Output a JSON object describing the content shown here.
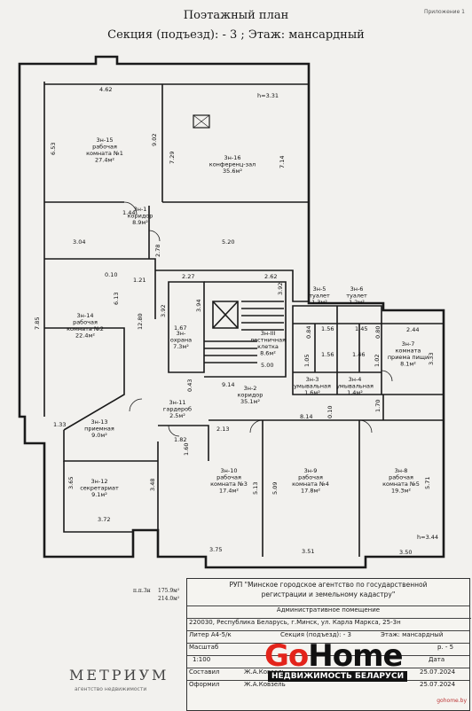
{
  "header": {
    "title": "Поэтажный план",
    "subtitle": "Секция (подъезд): - 3 ;  Этаж: мансардный",
    "appendix": "Приложение 1"
  },
  "rooms": [
    {
      "id": "r15",
      "lines": [
        "3н-15",
        "рабочая",
        "комната №1",
        "27.4м²"
      ]
    },
    {
      "id": "r16",
      "lines": [
        "3н-16",
        "конференц-зал",
        "35.6м²"
      ]
    },
    {
      "id": "r1",
      "lines": [
        "3н-1",
        "коридор",
        "8.9м²"
      ]
    },
    {
      "id": "r14",
      "lines": [
        "3н-14",
        "рабочая",
        "комната №2",
        "22.4м²"
      ]
    },
    {
      "id": "rohr",
      "lines": [
        "3н-",
        "охрана",
        "7.3м²"
      ]
    },
    {
      "id": "rlk",
      "lines": [
        "3н-III",
        "лестничная",
        "клетка",
        "8.6м²"
      ]
    },
    {
      "id": "r5",
      "lines": [
        "3н-5",
        "туалет",
        "1.3м²"
      ]
    },
    {
      "id": "r6",
      "lines": [
        "3н-6",
        "туалет",
        "1.2м²"
      ]
    },
    {
      "id": "r7",
      "lines": [
        "3н-7",
        "комната",
        "приема пищи",
        "8.1м²"
      ]
    },
    {
      "id": "r3",
      "lines": [
        "3н-3",
        "умывальная",
        "1.6м²"
      ]
    },
    {
      "id": "r4",
      "lines": [
        "3н-4",
        "умывальная",
        "1.4м²"
      ]
    },
    {
      "id": "r2",
      "lines": [
        "3н-2",
        "коридор",
        "35.1м²"
      ]
    },
    {
      "id": "r11",
      "lines": [
        "3н-11",
        "гардероб",
        "2.5м²"
      ]
    },
    {
      "id": "r13",
      "lines": [
        "3н-13",
        "приемная",
        "9.0м²"
      ]
    },
    {
      "id": "r10",
      "lines": [
        "3н-10",
        "рабочая",
        "комната №3",
        "17.4м²"
      ]
    },
    {
      "id": "r9",
      "lines": [
        "3н-9",
        "рабочая",
        "комната №4",
        "17.8м²"
      ]
    },
    {
      "id": "r8",
      "lines": [
        "3н-8",
        "рабочая",
        "комната №5",
        "19.3м²"
      ]
    },
    {
      "id": "r12",
      "lines": [
        "3н-12",
        "секретариат",
        "9.1м²"
      ]
    }
  ],
  "dims": {
    "d462": "4.62",
    "d331": "h=3.31",
    "d653": "6.53",
    "d902": "9.02",
    "d729": "7.29",
    "d714": "7.14",
    "d144": "1.44",
    "d304": "3.04",
    "d520": "5.20",
    "d278": "2.78",
    "d227": "2.27",
    "d262": "2.62",
    "d392a": "3.92",
    "d392b": "3.92",
    "d010": "0.10",
    "d121": "1.21",
    "d613": "6.13",
    "d785": "7.85",
    "d1280": "12.80",
    "d167": "1.67",
    "d394": "3.94",
    "d500": "5.00",
    "d084": "0.84",
    "d156a": "1.56",
    "d145": "1.45",
    "d080": "0.80",
    "d244": "2.44",
    "d333": "3.33",
    "d156b": "1.56",
    "d146": "1.46",
    "d105": "1.05",
    "d102": "1.02",
    "d043": "0.43",
    "d914": "9.14",
    "d170": "1.70",
    "d814": "8.14",
    "d133": "1.33",
    "d182": "1.82",
    "d213": "2.13",
    "d160": "1.60",
    "d010b": "0.10",
    "d365": "3.65",
    "d348": "3.48",
    "d513": "5.13",
    "d509": "5.09",
    "d571": "5.71",
    "d372": "3.72",
    "d375": "3.75",
    "d351": "3.51",
    "d350": "3.50",
    "dh344": "h=3.44"
  },
  "totals": {
    "label": "п.п.3н",
    "v1": "175.9м²",
    "v2": "214.0м²"
  },
  "metrium": {
    "name": "МЕТРИУМ",
    "tag": "агентство недвижимости"
  },
  "stamp": {
    "org": "РУП \"Минское городское агентство по государственной",
    "org2": "регистрации и земельному кадастру\"",
    "type": "Административное помещение",
    "addr": "220030, Республика Беларусь, г.Минск, ул. Карла Маркса, 25-3н",
    "litera": "Литер А4-5/к",
    "section": "Секция (подъезд): - 3",
    "floor": "Этаж: мансардный",
    "scale_h": "Масштаб",
    "scale": "1:100",
    "date_h": "Дата",
    "sheet": "р. - 5",
    "compiled_h": "Составил",
    "compiled": "Ж.А.Ковзель",
    "compiled_date": "25.07.2024",
    "issued_h": "Оформил",
    "issued": "Ж.А.Ковзель",
    "issued_date": "25.07.2024"
  },
  "gohome": {
    "go": "Go",
    "home": "Home",
    "sub": "НЕДВИЖИМОСТЬ БЕЛАРУСИ",
    "wm": "gohome.by"
  }
}
